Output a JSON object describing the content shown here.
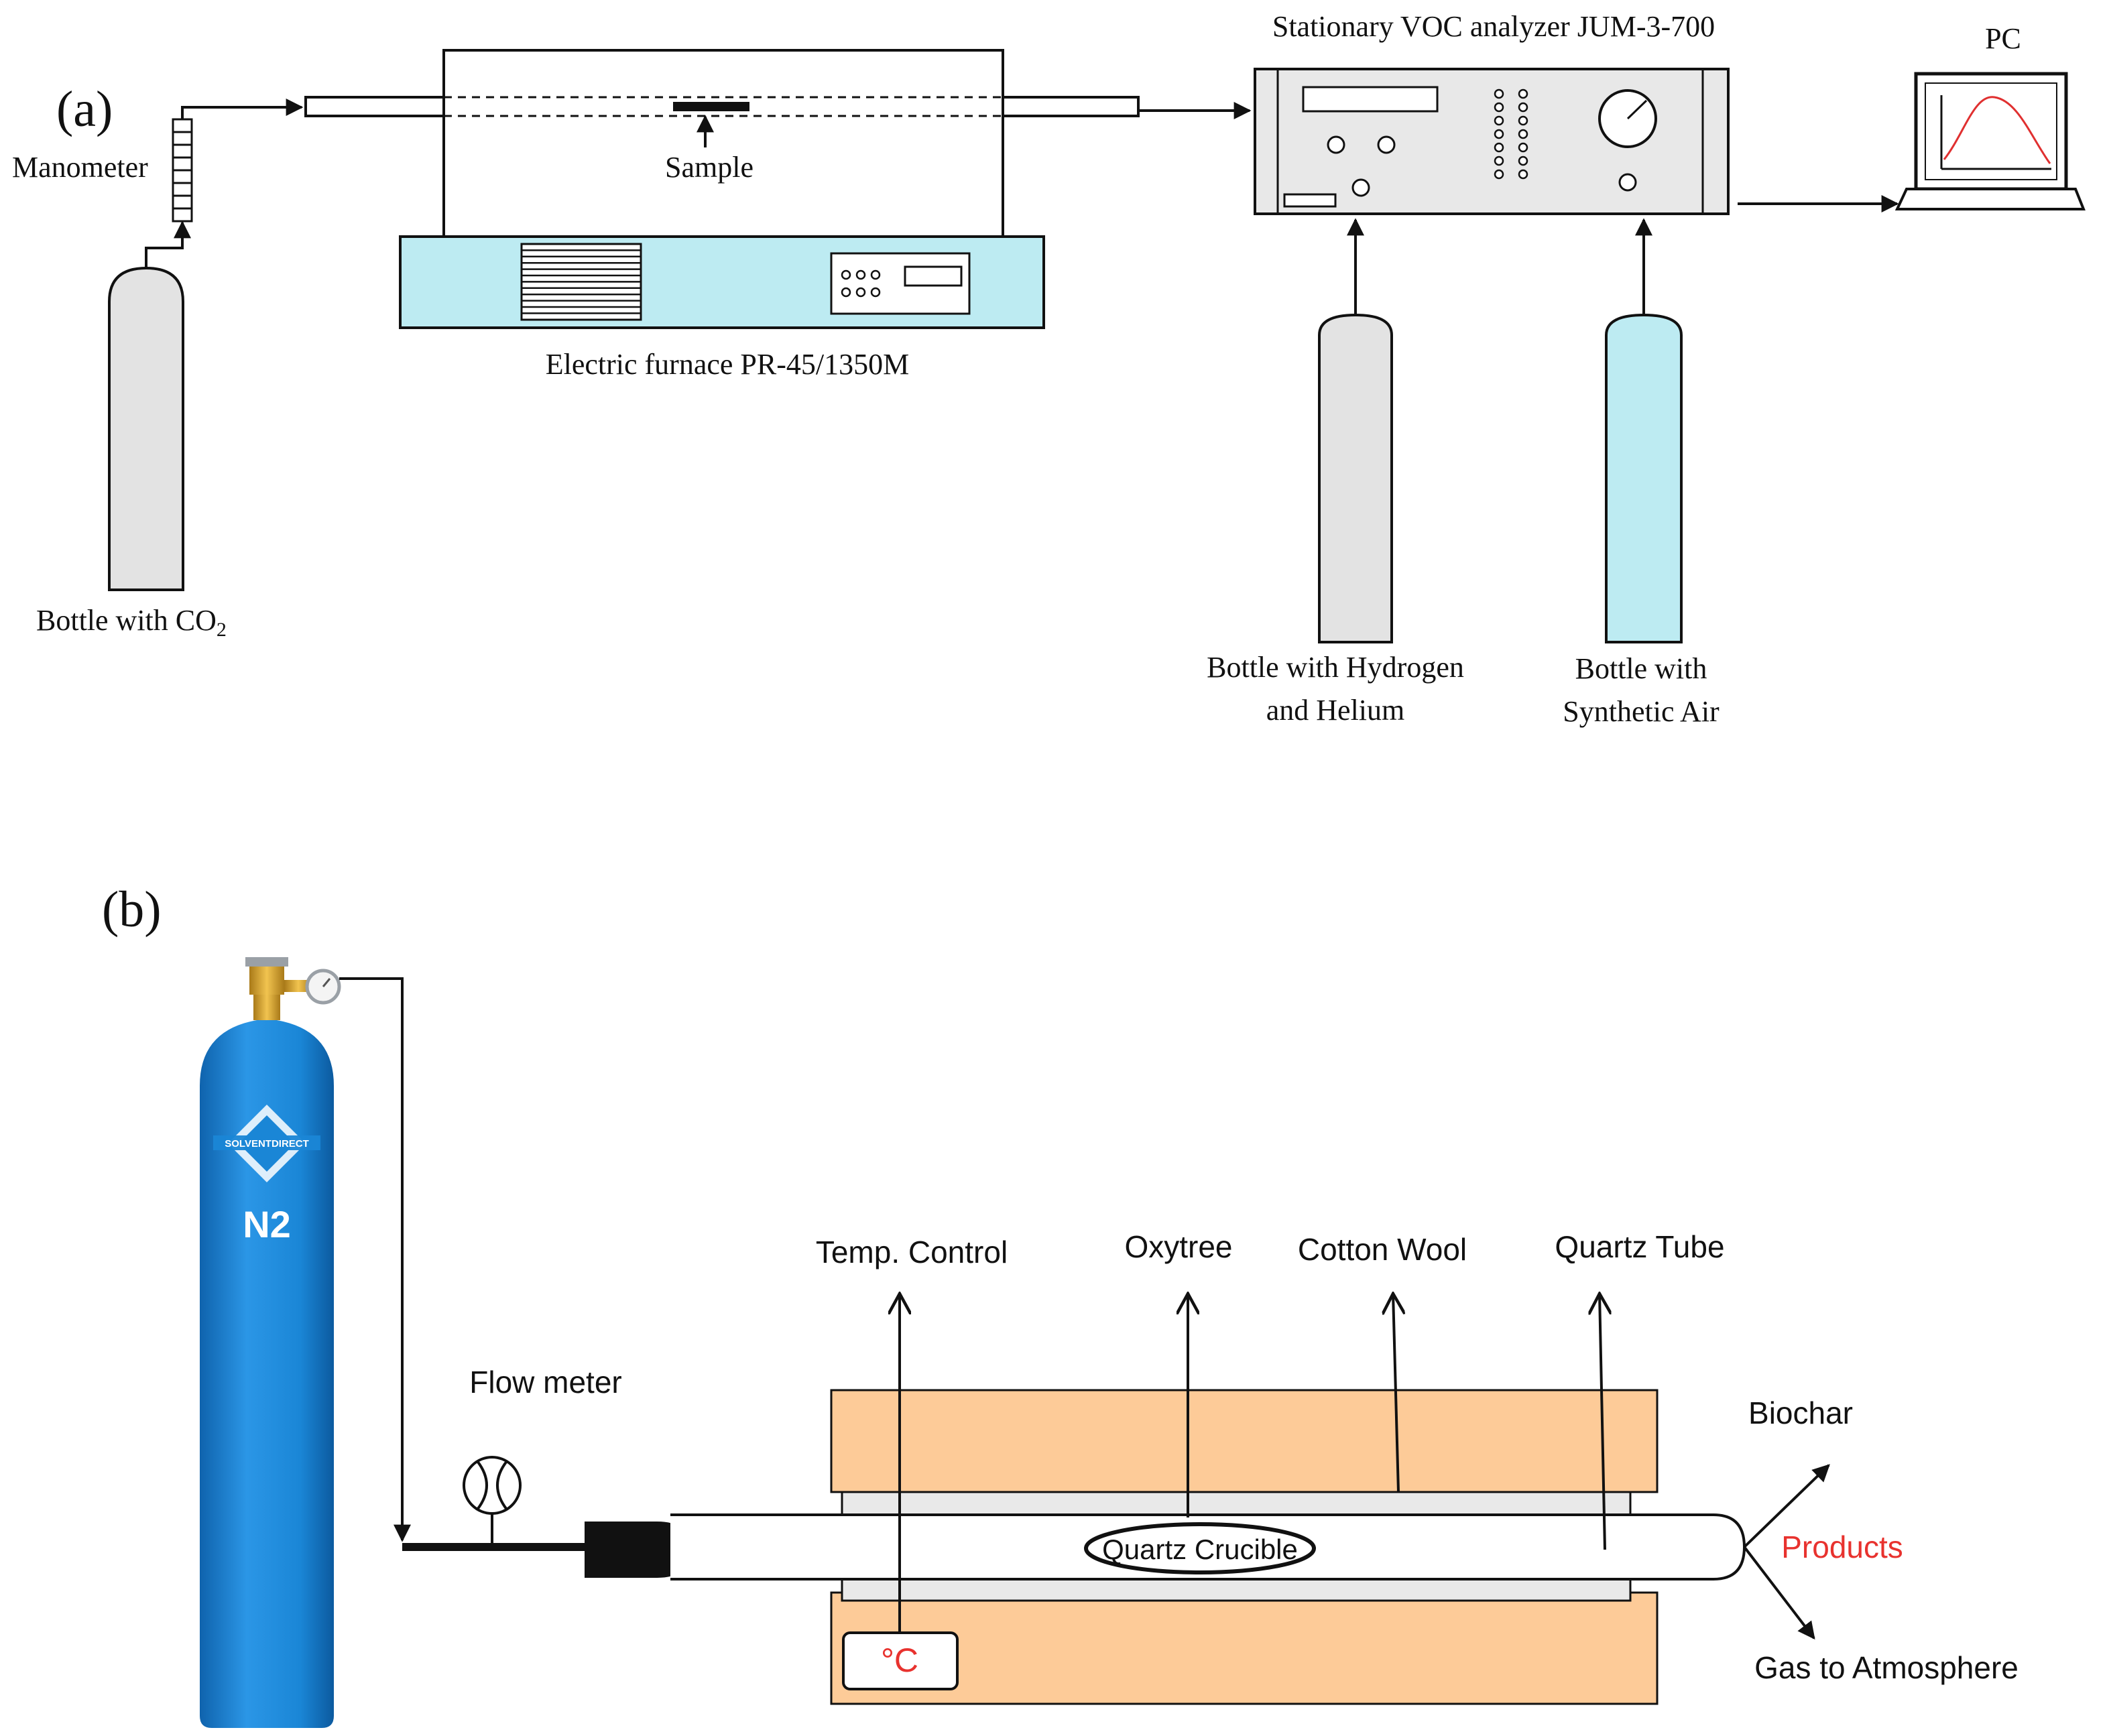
{
  "colors": {
    "line": "#111111",
    "cylinder_gray": "#e3e3e3",
    "cylinder_cyan": "#bdebf2",
    "furnace_base": "#bdebf2",
    "heater_orange": "#fdcb98",
    "n2_blue": "#1a86d6",
    "products_red": "#e8322e",
    "curve_red": "#e03030",
    "valve_gold": "#d8a431"
  },
  "panel_a": {
    "label": "(a)",
    "manometer": "Manometer",
    "sample": "Sample",
    "furnace": "Electric furnace PR-45/1350M",
    "analyzer": "Stationary VOC analyzer JUM-3-700",
    "pc": "PC",
    "bottle_co2_prefix": "Bottle with CO",
    "bottle_co2_sub": "2",
    "bottle_h2_line1": "Bottle with Hydrogen",
    "bottle_h2_line2": "and Helium",
    "bottle_air_line1": "Bottle with",
    "bottle_air_line2": "Synthetic Air"
  },
  "panel_b": {
    "label": "(b)",
    "cylinder_gas": "N2",
    "cylinder_brand": "SOLVENTDIRECT",
    "flow_meter": "Flow meter",
    "temp_control": "Temp. Control",
    "oxytree": "Oxytree",
    "cotton_wool": "Cotton Wool",
    "quartz_tube": "Quartz Tube",
    "quartz_crucible": "Quartz Crucible",
    "biochar": "Biochar",
    "products": "Products",
    "gas_atm": "Gas to Atmosphere",
    "temp_unit": "°C"
  }
}
